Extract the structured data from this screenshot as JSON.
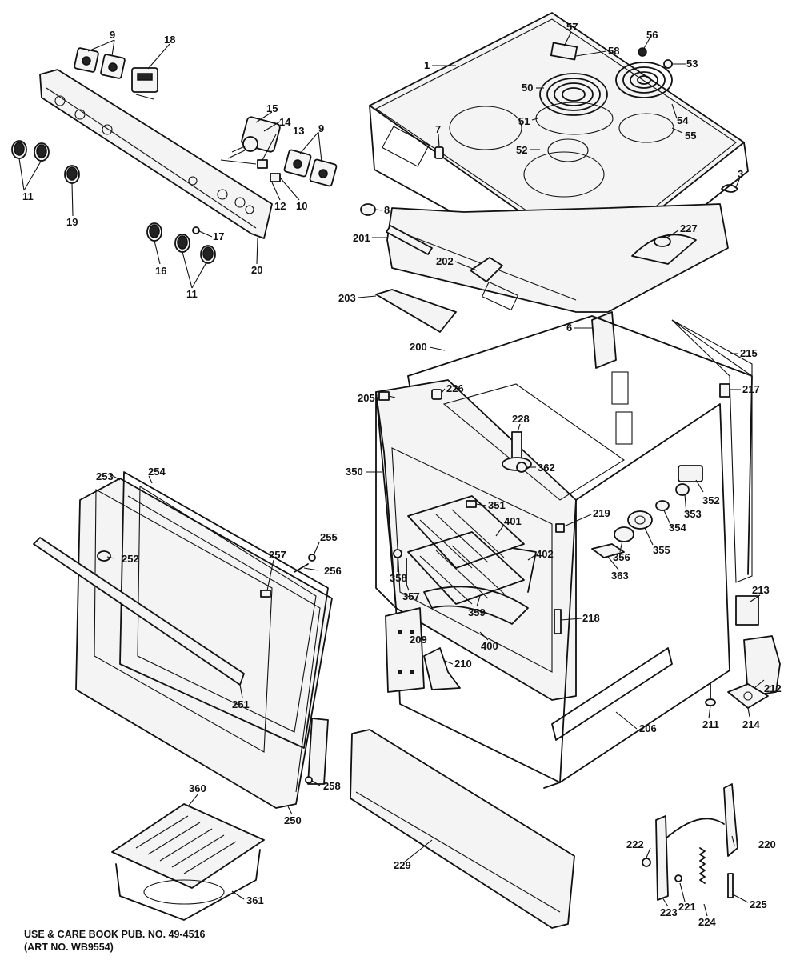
{
  "footer": {
    "line1": "USE & CARE BOOK PUB. NO. 49-4516",
    "line2": "(ART NO. WB9554)"
  },
  "callouts": [
    {
      "id": "1",
      "label": "1"
    },
    {
      "id": "3",
      "label": "3"
    },
    {
      "id": "6",
      "label": "6"
    },
    {
      "id": "7",
      "label": "7"
    },
    {
      "id": "8",
      "label": "8"
    },
    {
      "id": "9a",
      "label": "9"
    },
    {
      "id": "9b",
      "label": "9"
    },
    {
      "id": "10",
      "label": "10"
    },
    {
      "id": "11a",
      "label": "11"
    },
    {
      "id": "11b",
      "label": "11"
    },
    {
      "id": "12",
      "label": "12"
    },
    {
      "id": "13",
      "label": "13"
    },
    {
      "id": "14",
      "label": "14"
    },
    {
      "id": "15",
      "label": "15"
    },
    {
      "id": "16",
      "label": "16"
    },
    {
      "id": "17",
      "label": "17"
    },
    {
      "id": "18",
      "label": "18"
    },
    {
      "id": "19",
      "label": "19"
    },
    {
      "id": "20",
      "label": "20"
    },
    {
      "id": "50",
      "label": "50"
    },
    {
      "id": "51",
      "label": "51"
    },
    {
      "id": "52",
      "label": "52"
    },
    {
      "id": "53",
      "label": "53"
    },
    {
      "id": "54",
      "label": "54"
    },
    {
      "id": "55",
      "label": "55"
    },
    {
      "id": "56",
      "label": "56"
    },
    {
      "id": "57",
      "label": "57"
    },
    {
      "id": "58",
      "label": "58"
    },
    {
      "id": "200",
      "label": "200"
    },
    {
      "id": "201",
      "label": "201"
    },
    {
      "id": "202",
      "label": "202"
    },
    {
      "id": "203",
      "label": "203"
    },
    {
      "id": "205",
      "label": "205"
    },
    {
      "id": "206",
      "label": "206"
    },
    {
      "id": "209",
      "label": "209"
    },
    {
      "id": "210",
      "label": "210"
    },
    {
      "id": "211",
      "label": "211"
    },
    {
      "id": "212",
      "label": "212"
    },
    {
      "id": "213",
      "label": "213"
    },
    {
      "id": "214",
      "label": "214"
    },
    {
      "id": "215",
      "label": "215"
    },
    {
      "id": "217",
      "label": "217"
    },
    {
      "id": "218",
      "label": "218"
    },
    {
      "id": "219",
      "label": "219"
    },
    {
      "id": "220",
      "label": "220"
    },
    {
      "id": "221",
      "label": "221"
    },
    {
      "id": "222",
      "label": "222"
    },
    {
      "id": "223",
      "label": "223"
    },
    {
      "id": "224",
      "label": "224"
    },
    {
      "id": "225",
      "label": "225"
    },
    {
      "id": "226",
      "label": "226"
    },
    {
      "id": "227",
      "label": "227"
    },
    {
      "id": "228",
      "label": "228"
    },
    {
      "id": "229",
      "label": "229"
    },
    {
      "id": "250",
      "label": "250"
    },
    {
      "id": "251",
      "label": "251"
    },
    {
      "id": "252",
      "label": "252"
    },
    {
      "id": "253",
      "label": "253"
    },
    {
      "id": "254",
      "label": "254"
    },
    {
      "id": "255",
      "label": "255"
    },
    {
      "id": "256",
      "label": "256"
    },
    {
      "id": "257",
      "label": "257"
    },
    {
      "id": "258",
      "label": "258"
    },
    {
      "id": "350",
      "label": "350"
    },
    {
      "id": "351",
      "label": "351"
    },
    {
      "id": "352",
      "label": "352"
    },
    {
      "id": "353",
      "label": "353"
    },
    {
      "id": "354",
      "label": "354"
    },
    {
      "id": "355",
      "label": "355"
    },
    {
      "id": "356",
      "label": "356"
    },
    {
      "id": "357",
      "label": "357"
    },
    {
      "id": "358",
      "label": "358"
    },
    {
      "id": "359",
      "label": "359"
    },
    {
      "id": "360",
      "label": "360"
    },
    {
      "id": "361",
      "label": "361"
    },
    {
      "id": "362",
      "label": "362"
    },
    {
      "id": "363",
      "label": "363"
    },
    {
      "id": "400",
      "label": "400"
    },
    {
      "id": "401",
      "label": "401"
    },
    {
      "id": "402",
      "label": "402"
    }
  ]
}
